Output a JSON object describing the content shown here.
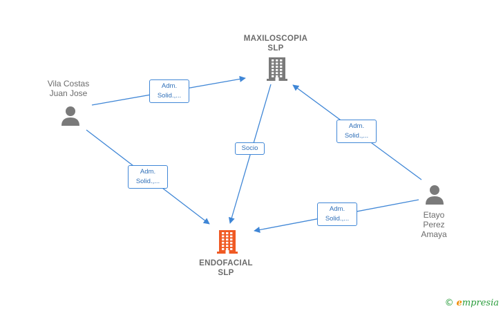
{
  "nodes": {
    "maxiloscopia": {
      "label": "MAXILOSCOPIA\nSLP",
      "color": "#7a7a7a"
    },
    "endofacial": {
      "label": "ENDOFACIAL\nSLP",
      "color": "#f05a24"
    },
    "vila": {
      "label": "Vila Costas\nJuan Jose"
    },
    "etayo": {
      "label": "Etayo\nPerez\nAmaya"
    }
  },
  "edges": {
    "vila_maxi": "Adm.\nSolid.,...",
    "vila_endo": "Adm.\nSolid.,...",
    "maxi_endo": "Socio",
    "etayo_maxi": "Adm.\nSolid.,...",
    "etayo_endo": "Adm.\nSolid.,..."
  },
  "colors": {
    "edge": "#3f86d6",
    "person": "#7a7a7a"
  },
  "brand": {
    "copyright": "©",
    "e": "e",
    "rest": "mpresia"
  }
}
